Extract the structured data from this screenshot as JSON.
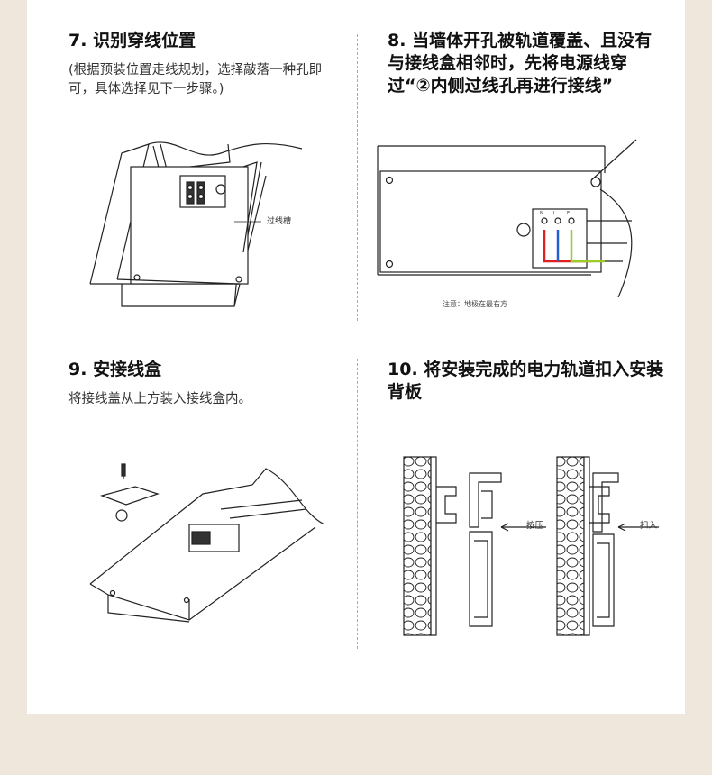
{
  "steps": [
    {
      "number": "7.",
      "title": "识别穿线位置",
      "desc": "(根据预装位置走线规划，选择敲落一种孔即可，具体选择见下一步骤。)",
      "labels": {
        "slot": "过线槽"
      }
    },
    {
      "number": "8.",
      "title": "当墙体开孔被轨道覆盖、且没有与接线盒相邻时，先将电源线穿过“②内侧过线孔再进行接线”",
      "labels": {
        "note": "注意：地极在最右方"
      }
    },
    {
      "number": "9.",
      "title": "安接线盒",
      "desc": "将接线盖从上方装入接线盒内。"
    },
    {
      "number": "10.",
      "title": "将安装完成的电力轨道扣入安装背板",
      "labels": {
        "press": "按压",
        "snap": "扣入"
      }
    }
  ],
  "colors": {
    "background": "#efe6dc",
    "card": "#ffffff",
    "wire_red": "#e02020",
    "wire_blue": "#2060d0",
    "wire_green": "#9ccc2a",
    "wire_yellow": "#f0d020"
  }
}
